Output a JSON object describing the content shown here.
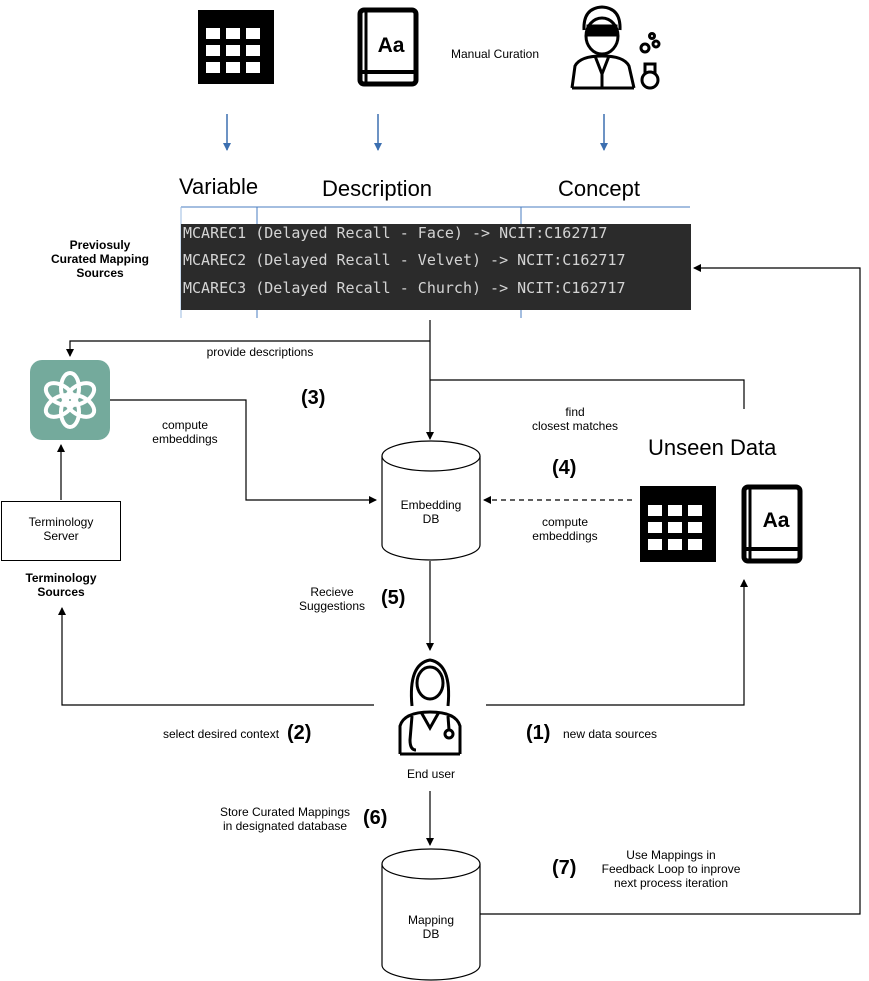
{
  "columns": {
    "variable": "Variable",
    "description": "Description",
    "concept": "Concept"
  },
  "code_rows": [
    "MCAREC1 (Delayed Recall - Face) -> NCIT:C162717",
    "MCAREC2 (Delayed Recall - Velvet) -> NCIT:C162717",
    "MCAREC3 (Delayed Recall - Church) -> NCIT:C162717"
  ],
  "labels": {
    "manual_curation": "Manual Curation",
    "previous_sources": "Previosuly\nCurated Mapping\nSources",
    "provide_descriptions": "provide descriptions",
    "compute_embeddings_left": "compute\nembeddings",
    "find_matches": "find\nclosest matches",
    "unseen_data": "Unseen Data",
    "compute_embeddings_right": "compute\nembeddings",
    "embedding_db": "Embedding\nDB",
    "terminology_server": "Terminology\nServer",
    "terminology_sources": "Terminology\nSources",
    "recieve_suggestions": "Recieve\nSuggestions",
    "select_context": "select desired context",
    "new_data_sources": "new data sources",
    "end_user": "End user",
    "store_mappings": "Store Curated Mappings\nin designated database",
    "mapping_db": "Mapping\nDB",
    "feedback_loop": "Use Mappings in\nFeedback Loop to inprove\nnext process iteration"
  },
  "steps": {
    "s1": "(1)",
    "s2": "(2)",
    "s3": "(3)",
    "s4": "(4)",
    "s5": "(5)",
    "s6": "(6)",
    "s7": "(7)"
  },
  "icons": [
    "table-icon",
    "dictionary-book-icon",
    "scientist-icon",
    "openai-logo-icon",
    "database-cylinder-icon",
    "doctor-icon"
  ],
  "colors": {
    "arrow_blue": "#3c6fb0",
    "code_bg": "#2b2b2b",
    "code_text": "#d4d4d4",
    "ai_green": "#74aa9c",
    "grid_line": "#4a7dc0"
  }
}
